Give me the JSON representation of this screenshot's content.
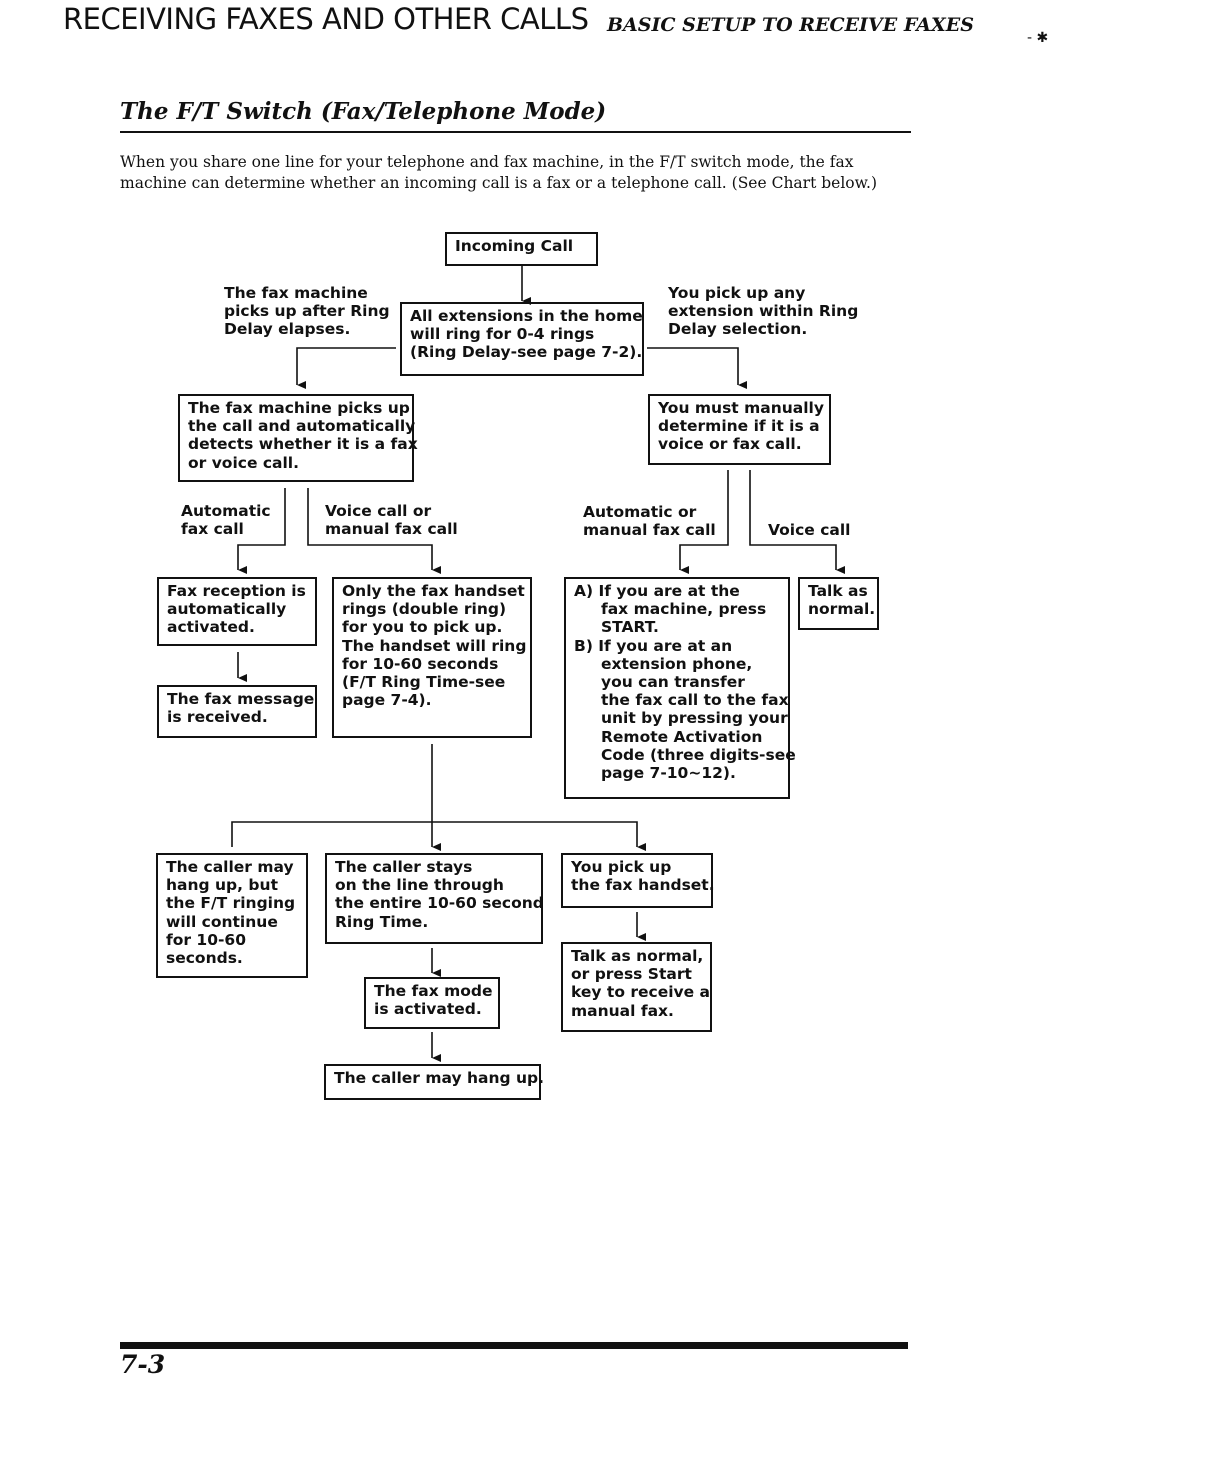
{
  "header": {
    "chapter": "RECEIVING FAXES AND OTHER CALLS",
    "section": "BASIC SETUP TO RECEIVE FAXES"
  },
  "section_title": "The F/T Switch (Fax/Telephone Mode)",
  "intro": "When you share one line for your telephone and fax machine, in the F/T switch mode, the fax machine can determine whether an incoming call is a fax or a telephone call. (See Chart below.)",
  "flow": {
    "incoming_call": "Incoming Call",
    "ring_delay": "All extensions in the home\nwill ring for 0-4 rings\n(Ring Delay-see page 7-2).",
    "label_fax_picks": "The fax machine\npicks up after Ring\nDelay elapses.",
    "label_you_pick": "You pick up any\nextension within Ring\nDelay selection.",
    "fax_auto_detects": "The fax machine picks up\nthe call and automatically\ndetects whether it is a fax\nor voice call.",
    "must_manually": "You must manually\ndetermine if it is a\nvoice or fax call.",
    "label_auto_fax": "Automatic\nfax call",
    "label_voice_manual": "Voice call or\nmanual fax call",
    "label_auto_manual": "Automatic or\nmanual fax call",
    "label_voice_call": "Voice call",
    "fax_reception": "Fax reception is\nautomatically\nactivated.",
    "fax_message": "The fax message\nis received.",
    "only_handset": "Only the fax handset\nrings (double ring)\nfor you to pick up.\nThe handset will ring\nfor 10-60 seconds\n(F/T Ring Time-see\npage 7-4).",
    "option_a_b": "A) If you are at the\n     fax machine, press\n     START.\nB) If you are at an\n     extension phone,\n     you can transfer\n     the fax call to the fax\n     unit by pressing your\n     Remote Activation\n     Code (three digits-see\n     page 7-10~12).",
    "talk_as_normal": "Talk as\nnormal.",
    "caller_hang_up": "The caller may\nhang up, but\nthe F/T ringing\nwill continue\nfor 10-60\nseconds.",
    "caller_stays": "The caller stays\non the line through\nthe entire 10-60 second\nRing Time.",
    "you_pick_up": "You pick up\nthe fax handset.",
    "fax_mode": "The fax mode\nis activated.",
    "talk_or_start": "Talk as normal,\nor press Start\nkey to receive a\nmanual fax.",
    "caller_may_hang_up": "The caller may hang up."
  },
  "page_number": "7-3"
}
